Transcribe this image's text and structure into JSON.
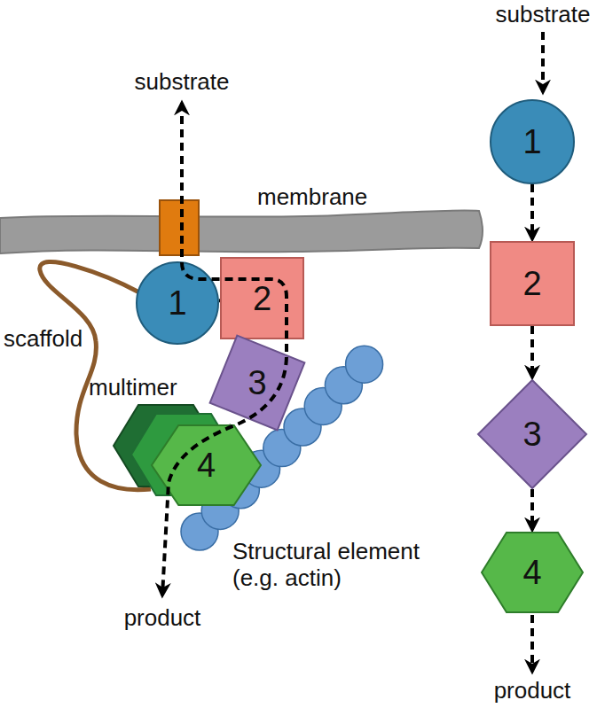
{
  "diagram": {
    "nodes": [
      {
        "text": [
          "1"
        ]
      },
      {
        "text": [
          "2"
        ]
      },
      {
        "text": [
          "3"
        ]
      },
      {
        "text": [
          "4"
        ]
      },
      {
        "text": [
          "1"
        ]
      },
      {
        "text": [
          "2"
        ]
      },
      {
        "text": [
          "3"
        ]
      },
      {
        "text": [
          "4"
        ]
      }
    ],
    "edges": [
      {
        "from": 0,
        "to": 1,
        "arrow": "none"
      },
      {
        "from": 1,
        "to": 2,
        "arrow": "none"
      },
      {
        "from": 2,
        "to": 3,
        "arrow": "none"
      },
      {
        "from": 4,
        "to": 5,
        "arrow": "to"
      },
      {
        "from": 5,
        "to": 6,
        "arrow": "to"
      },
      {
        "from": 6,
        "to": 7,
        "arrow": "to"
      }
    ],
    "labels": [
      "substrate",
      "membrane",
      "scaffold",
      "multimer",
      "Structural element (e.g. actin)",
      "product",
      "substrate",
      "product"
    ]
  }
}
